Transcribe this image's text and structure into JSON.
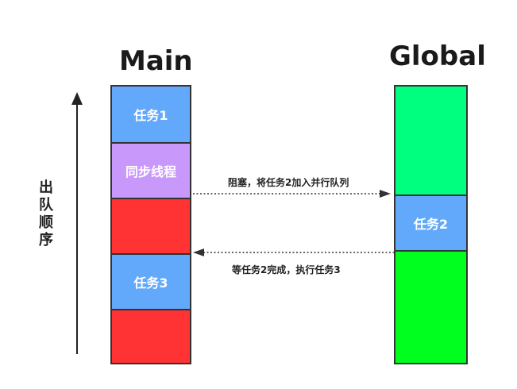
{
  "main": {
    "title": "Main",
    "blocks": [
      {
        "label": "任务1",
        "color": "#63A9FB"
      },
      {
        "label": "同步线程",
        "color": "#C998FB"
      },
      {
        "label": "",
        "color": "#FF3334"
      },
      {
        "label": "任务3",
        "color": "#63A9FB"
      },
      {
        "label": "",
        "color": "#FF3334"
      }
    ]
  },
  "global": {
    "title": "Global",
    "blocks": [
      {
        "label": "",
        "color": "#00FF7F"
      },
      {
        "label": "任务2",
        "color": "#63A9FB"
      },
      {
        "label": "",
        "color": "#00FF1F"
      }
    ]
  },
  "axis": {
    "label": "出队顺序"
  },
  "arrows": {
    "block_to_global": "阻塞，将任务2加入并行队列",
    "wait_back_to_main": "等任务2完成，执行任务3"
  }
}
